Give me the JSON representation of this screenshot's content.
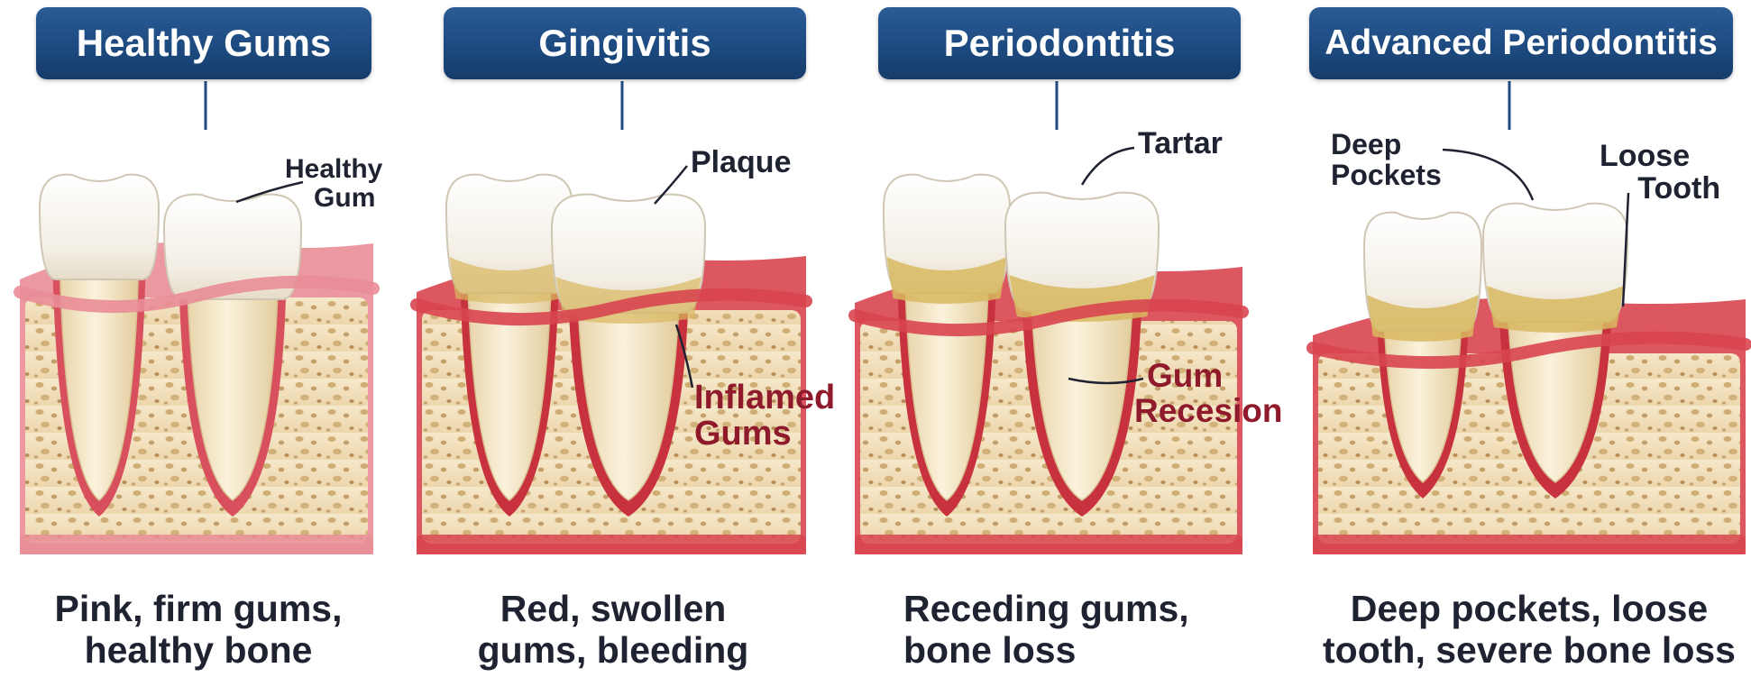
{
  "colors": {
    "header_blue": "#1d4a80",
    "healthy_gum": "#e98d97",
    "inflamed_gum": "#d8454f",
    "bone": "#f4e4c4",
    "bone_pore": "#c8a268",
    "enamel": "#f8f4ec",
    "root": "#f1e2c2",
    "plaque": "#d8b860",
    "label_red": "#8e1a2c",
    "text_dark": "#1f2230"
  },
  "stages": [
    {
      "title": "Healthy Gums",
      "labels": [
        [
          "Healthy",
          "Gum"
        ]
      ],
      "caption": [
        "Pink, firm gums,",
        "healthy bone"
      ]
    },
    {
      "title": "Gingivitis",
      "labels": [
        [
          "Plaque"
        ],
        [
          "Inflamed",
          "Gums"
        ]
      ],
      "caption": [
        "Red, swollen",
        "gums, bleeding"
      ]
    },
    {
      "title": "Periodontitis",
      "labels": [
        [
          "Tartar"
        ],
        [
          "Gum",
          "Recesion"
        ]
      ],
      "caption": [
        "Receding gums,",
        "bone loss"
      ]
    },
    {
      "title": "Advanced Periodontitis",
      "labels": [
        [
          "Deep",
          "Pockets"
        ],
        [
          "Loose",
          "Tooth"
        ]
      ],
      "caption": [
        "Deep pockets, loose",
        "tooth, severe bone loss"
      ]
    }
  ]
}
